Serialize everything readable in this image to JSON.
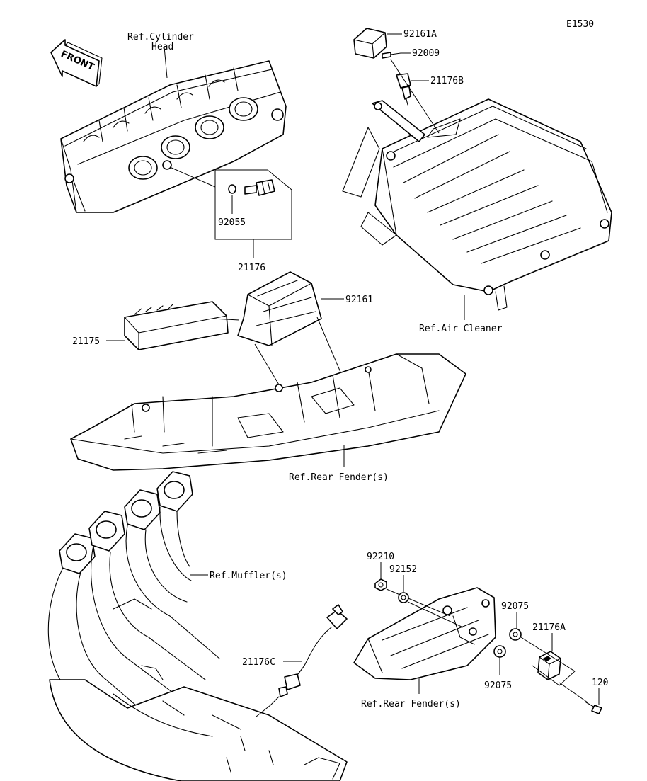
{
  "diagram_id": "E1530",
  "front_arrow": {
    "text": "FRONT",
    "icon": "front-direction-arrow-icon"
  },
  "labels": {
    "ref_cylinder_head_1": "Ref.Cylinder",
    "ref_cylinder_head_2": "Head",
    "ref_air_cleaner": "Ref.Air Cleaner",
    "ref_rear_fender_top": "Ref.Rear Fender(s)",
    "ref_muffler": "Ref.Muffler(s)",
    "ref_rear_fender_bottom": "Ref.Rear Fender(s)"
  },
  "parts": {
    "p92161A": "92161A",
    "p92009": "92009",
    "p21176B": "21176B",
    "p92055": "92055",
    "p21176": "21176",
    "p92161": "92161",
    "p21175": "21175",
    "p92210": "92210",
    "p92152": "92152",
    "p92075_upper": "92075",
    "p21176A": "21176A",
    "p92075_lower": "92075",
    "p120": "120",
    "p21176C": "21176C"
  },
  "colors": {
    "line": "#000000",
    "background": "#ffffff"
  }
}
